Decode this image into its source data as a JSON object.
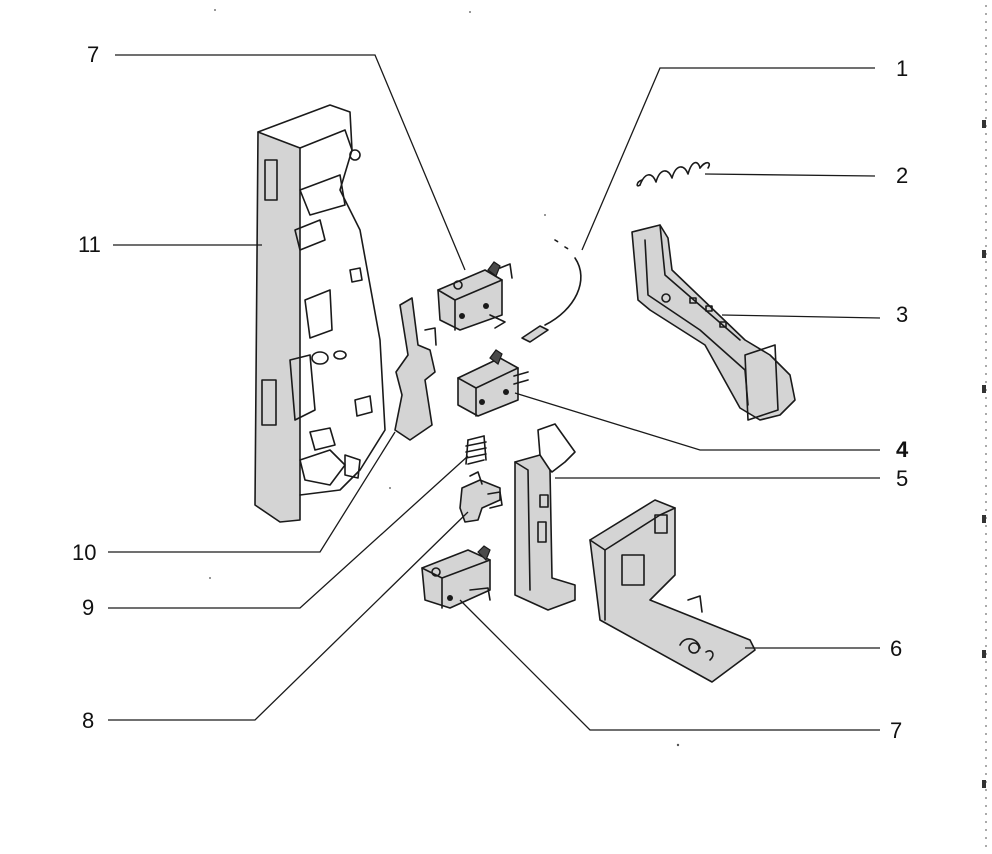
{
  "callouts": {
    "c1": "1",
    "c2": "2",
    "c3": "3",
    "c4": "4",
    "c5": "5",
    "c6": "6",
    "c7_top": "7",
    "c7_bottom": "7",
    "c8": "8",
    "c9": "9",
    "c10": "10",
    "c11": "11"
  },
  "colors": {
    "line": "#1a1a1a",
    "shade": "#d4d4d4",
    "background": "#ffffff"
  }
}
